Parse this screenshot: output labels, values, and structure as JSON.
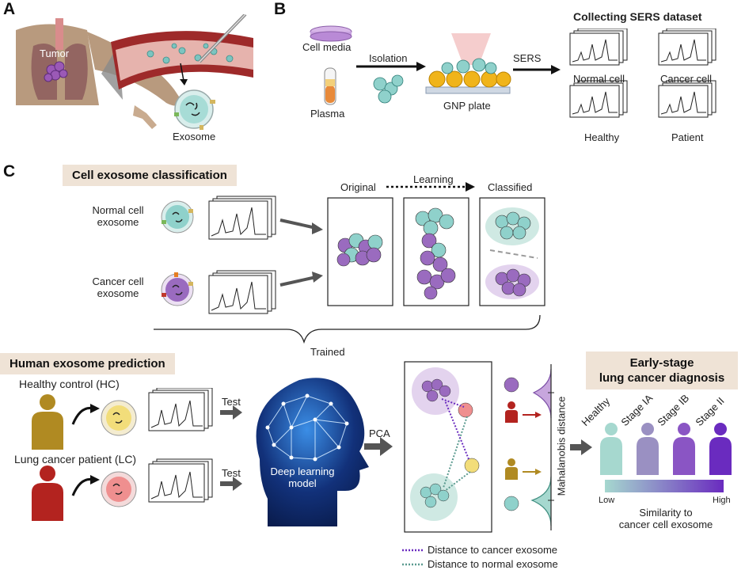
{
  "panels": {
    "a": "A",
    "b": "B",
    "c": "C"
  },
  "panel_a": {
    "tumor_label": "Tumor",
    "exosome_label": "Exosome"
  },
  "panel_b": {
    "source_cell_media": "Cell media",
    "source_plasma": "Plasma",
    "isolation_label": "Isolation",
    "gnp_label": "GNP plate",
    "sers_label": "SERS",
    "dataset_title": "Collecting SERS dataset",
    "dataset_items": [
      "Normal cell",
      "Cancer cell",
      "Healthy",
      "Patient"
    ]
  },
  "panel_c": {
    "classification_title": "Cell exosome classification",
    "normal_line1": "Normal cell",
    "normal_line2": "exosome",
    "cancer_line1": "Cancer cell",
    "cancer_line2": "exosome",
    "original_label": "Original",
    "learning_label": "Learning",
    "classified_label": "Classified",
    "trained_label": "Trained",
    "prediction_title": "Human exosome prediction",
    "hc_label": "Healthy control (HC)",
    "lc_label": "Lung cancer patient (LC)",
    "test_label": "Test",
    "model_line1": "Deep learning",
    "model_line2": "model",
    "pca_label": "PCA",
    "mahalanobis_label": "Mahalanobis distance",
    "legend_cancer": "Distance to cancer exosome",
    "legend_normal": "Distance to normal exosome",
    "diagnosis_title_line1": "Early-stage",
    "diagnosis_title_line2": "lung cancer diagnosis",
    "stages": [
      "Healthy",
      "Stage IA",
      "Stage IB",
      "Stage II"
    ],
    "scale_low": "Low",
    "scale_high": "High",
    "similarity_line1": "Similarity to",
    "similarity_line2": "cancer cell exosome"
  },
  "colors": {
    "normal_exosome": "#8fd1cb",
    "cancer_exosome": "#9a6bbf",
    "healthy_person": "#b08a22",
    "patient_person": "#b3231f",
    "header_bg": "#efe3d6",
    "gradient_low": "#a6d8cf",
    "gradient_high": "#6a2bbf"
  }
}
